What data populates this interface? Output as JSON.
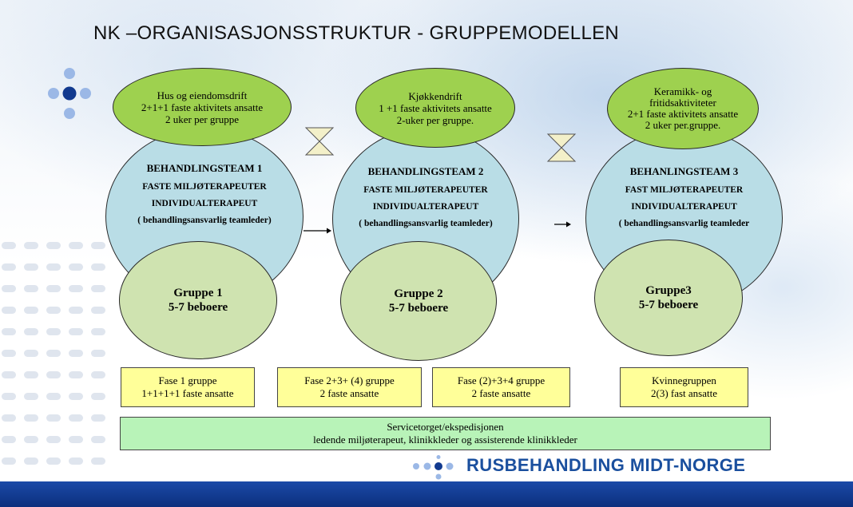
{
  "title": "NK –ORGANISASJONSSTRUKTUR - GRUPPEMODELLEN",
  "activities": [
    {
      "line1": "Hus og eiendomsdrift",
      "line2": "2+1+1  faste aktivitets ansatte",
      "line3": "2 uker per gruppe"
    },
    {
      "line1": "Kjøkkendrift",
      "line2": "1 +1 faste aktivitets ansatte",
      "line3": "2-uker per gruppe."
    },
    {
      "line1": "Keramikk- og",
      "line1b": "fritidsaktiviteter",
      "line2": "2+1 faste aktivitets ansatte",
      "line3": "2 uker per.gruppe."
    }
  ],
  "teams": [
    {
      "name": "BEHANDLINGSTEAM 1",
      "staff": "FASTE MILJØTERAPEUTER",
      "therapist": "INDIVIDUALTERAPEUT",
      "lead": "( behandlingsansvarlig teamleder)"
    },
    {
      "name": "BEHANDLINGSTEAM 2",
      "staff": "FASTE MILJØTERAPEUTER",
      "therapist": "INDIVIDUALTERAPEUT",
      "lead": "( behandlingsansvarlig teamleder)"
    },
    {
      "name": "BEHANLINGSTEAM 3",
      "staff": "FAST MILJØTERAPEUTER",
      "therapist": "INDIVIDUALTERAPEUT",
      "lead": "( behandlingsansvarlig teamleder"
    }
  ],
  "groups": [
    {
      "name": "Gruppe 1",
      "size": "5-7  beboere"
    },
    {
      "name": "Gruppe 2",
      "size": "5-7  beboere"
    },
    {
      "name": "Gruppe3",
      "size": "5-7 beboere"
    }
  ],
  "phases": [
    {
      "line1": "Fase 1 gruppe",
      "line2": "1+1+1+1 faste ansatte"
    },
    {
      "line1": "Fase 2+3+ (4)  gruppe",
      "line2": "2 faste ansatte"
    },
    {
      "line1": "Fase (2)+3+4 gruppe",
      "line2": "2 faste ansatte"
    },
    {
      "line1": "Kvinnegruppen",
      "line2": "2(3) fast ansatte"
    }
  ],
  "service": {
    "line1": "Servicetorget/ekspedisjonen",
    "line2": "ledende miljøterapeut, klinikkleder og assisterende klinikkleder"
  },
  "brand": "RUSBEHANDLING MIDT-NORGE",
  "colors": {
    "activity_fill": "#9ed14f",
    "team_fill": "#b9dde6",
    "group_fill": "#cfe3b0",
    "phase_fill": "#ffff99",
    "service_fill": "#b8f3b8",
    "brand_blue": "#1a4f9e"
  }
}
